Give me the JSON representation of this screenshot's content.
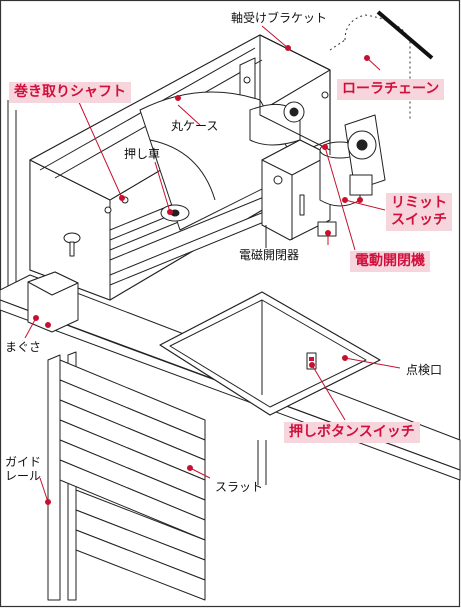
{
  "diagram": {
    "labels": {
      "bearing_bracket": "軸受けブラケット",
      "roller_chain": "ローラチェーン",
      "winding_shaft": "巻き取りシャフト",
      "round_case": "丸ケース",
      "push_wheel": "押し車",
      "limit_switch": "リミット\nスイッチ",
      "magnetic_switch": "電磁開閉器",
      "electric_opener": "電動開閉機",
      "wedge": "まぐさ",
      "inspection_port": "点検口",
      "push_button_switch": "押しボタンスイッチ",
      "guide_rail": "ガイド\nレール",
      "slat": "スラット"
    },
    "colors": {
      "highlight_text": "#d0103c",
      "highlight_bg": "#f6d6dc",
      "leader": "#c8102e",
      "line": "#222222"
    }
  }
}
